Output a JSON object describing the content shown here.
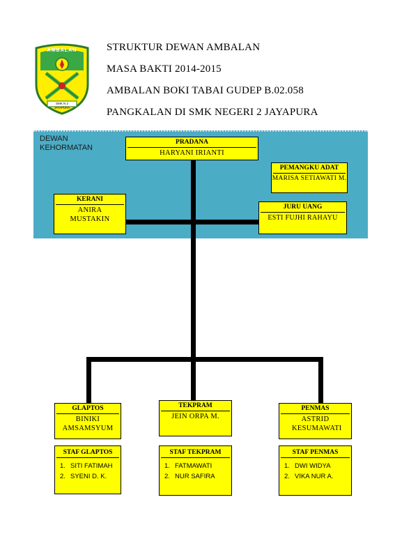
{
  "header": {
    "lines": [
      "STRUKTUR DEWAN AMBALAN",
      "MASA BAKTI 2014-2015",
      "AMBALAN BOKI TABAI GUDEP B.02.058",
      "PANGKALAN DI SMK NEGERI 2 JAYAPURA"
    ]
  },
  "logo": {
    "top_text": "AMBALAN",
    "bottom_text": "SMK N 2 JAYAPURA",
    "colors": {
      "shield": "#ffee00",
      "border": "#2a7a2a",
      "green": "#3aa845",
      "red": "#cc2222"
    }
  },
  "band": {
    "label": "DEWAN KEHORMATAN",
    "color": "#4bacc6"
  },
  "boxes": {
    "pradana": {
      "title": "PRADANA",
      "name": "HARYANI IRIANTI"
    },
    "pemangku_adat": {
      "title": "PEMANGKU ADAT",
      "name": "MARISA SETIAWATI M."
    },
    "kerani": {
      "title": "KERANI",
      "name": "ANIRA MUSTAKIN"
    },
    "juru_uang": {
      "title": "JURU UANG",
      "name": "ESTI FUJHI RAHAYU"
    },
    "glaptos": {
      "title": "GLAPTOS",
      "name": "BINIKI AMSAMSYUM"
    },
    "tekpram": {
      "title": "TEKPRAM",
      "name": "JEIN ORPA M."
    },
    "penmas": {
      "title": "PENMAS",
      "name": "ASTRID KESUMAWATI"
    }
  },
  "staff": {
    "glaptos": {
      "title": "STAF GLAPTOS",
      "members": [
        "SITI FATIMAH",
        "SYENI D. K."
      ]
    },
    "tekpram": {
      "title": "STAF TEKPRAM",
      "members": [
        "FATMAWATI",
        "NUR SAFIRA"
      ]
    },
    "penmas": {
      "title": "STAF PENMAS",
      "members": [
        "DWI WIDYA",
        "VIKA NUR A."
      ]
    }
  },
  "colors": {
    "box_fill": "#ffff00",
    "connector": "#000000"
  }
}
